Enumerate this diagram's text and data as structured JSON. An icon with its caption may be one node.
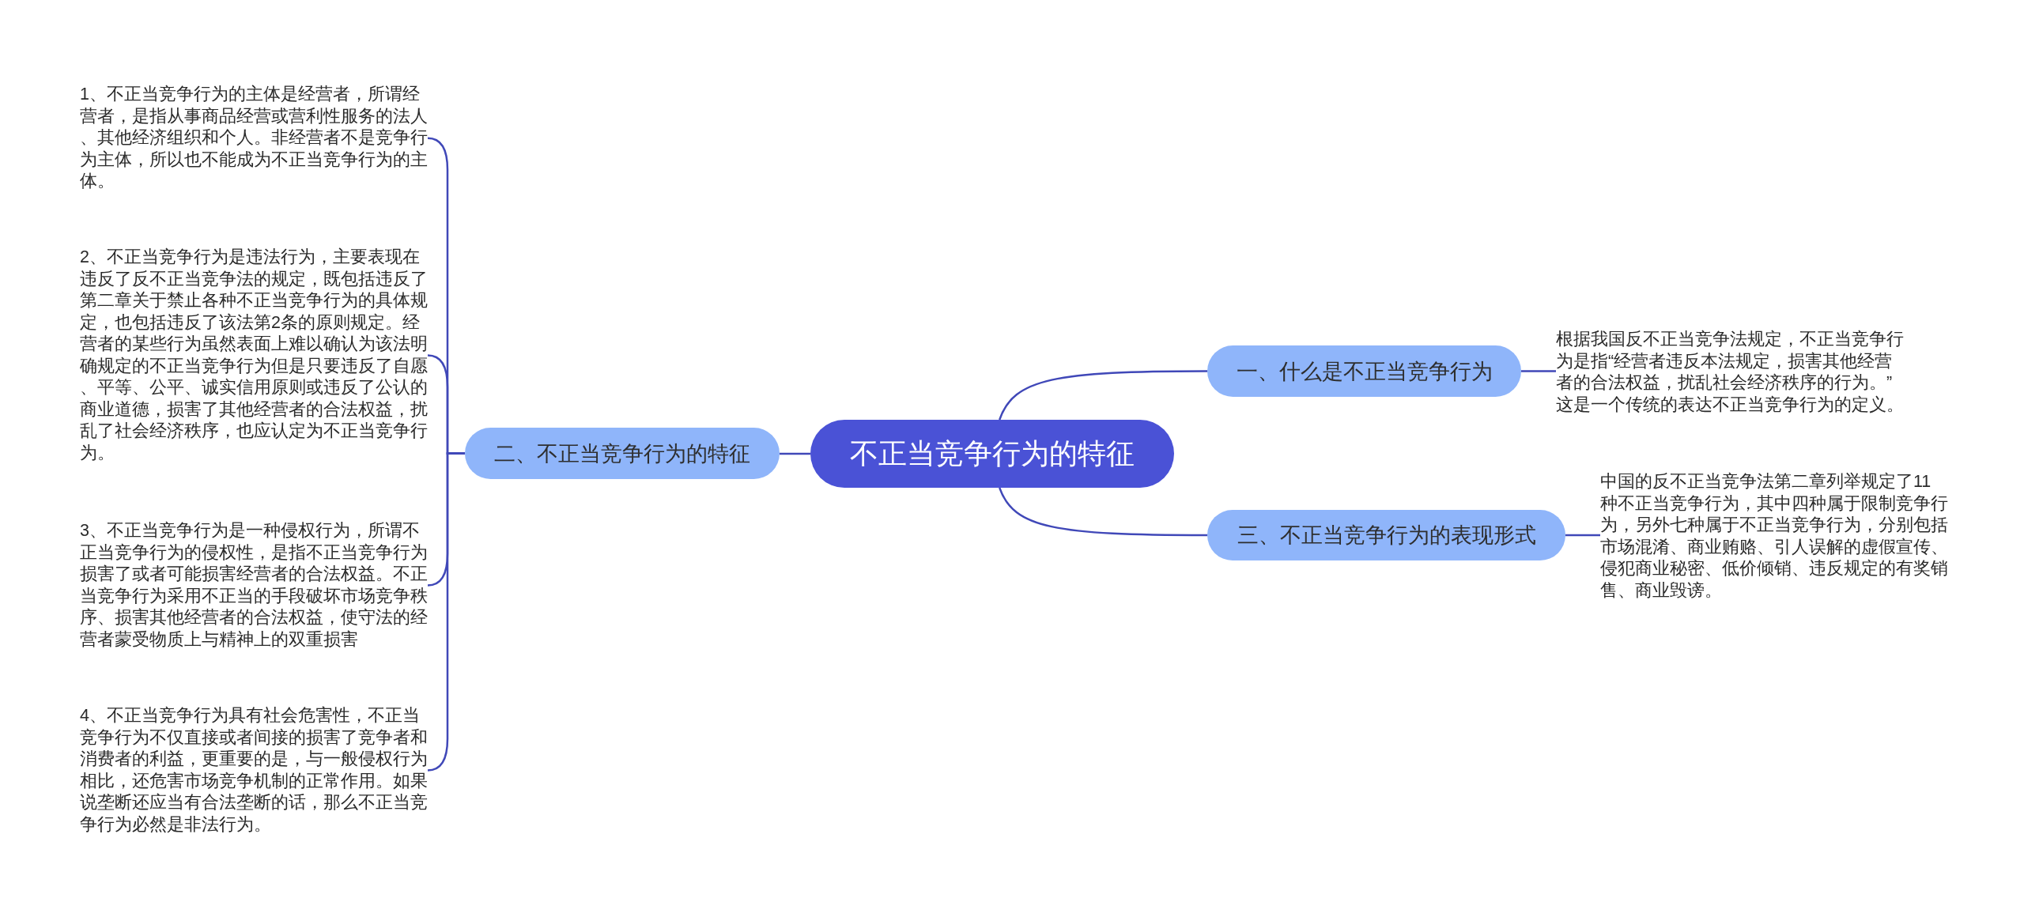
{
  "diagram": {
    "nodes": [
      {
        "text": [
          "不正当竞争行为的特征"
        ]
      },
      {
        "text": [
          "一、什么是不正当竞争行为"
        ]
      },
      {
        "text": [
          "根据我国反不正当竞争法规定，不正当竞争行为是指“经营者违反本法规定，损害其他经营者的合法权益，扰乱社会经济秩序的行为。”这是一个传统的表达不正当竞争行为的定义。"
        ]
      },
      {
        "text": [
          "二、不正当竞争行为的特征"
        ]
      },
      {
        "text": [
          "1、不正当竞争行为的主体是经营者，所谓经营者，是指从事商品经营或营利性服务的法人、其他经济组织和个人。非经营者不是竞争行为主体，所以也不能成为不正当竞争行为的主体。"
        ]
      },
      {
        "text": [
          "2、不正当竞争行为是违法行为，主要表现在违反了反不正当竞争法的规定，既包括违反了第二章关于禁止各种不正当竞争行为的具体规定，也包括违反了该法第2条的原则规定。经营者的某些行为虽然表面上难以确认为该法明确规定的不正当竞争行为但是只要违反了自愿、平等、公平、诚实信用原则或违反了公认的商业道德，损害了其他经营者的合法权益，扰乱了社会经济秩序，也应认定为不正当竞争行为。"
        ]
      },
      {
        "text": [
          "3、不正当竞争行为是一种侵权行为，所谓不正当竞争行为的侵权性，是指不正当竞争行为损害了或者可能损害经营者的合法权益。不正当竞争行为采用不正当的手段破坏市场竞争秩序、损害其他经营者的合法权益，使守法的经营者蒙受物质上与精神上的双重损害"
        ]
      },
      {
        "text": [
          "4、不正当竞争行为具有社会危害性，不正当竞争行为不仅直接或者间接的损害了竞争者和消费者的利益，更重要的是，与一般侵权行为相比，还危害市场竞争机制的正常作用。如果说垄断还应当有合法垄断的话，那么不正当竞争行为必然是非法行为。"
        ]
      },
      {
        "text": [
          "三、不正当竞争行为的表现形式"
        ]
      },
      {
        "text": [
          "中国的反不正当竞争法第二章列举规定了11种不正当竞争行为，其中四种属于限制竞争行为，另外七种属于不正当竞争行为，分别包括市场混淆、商业贿赂、引人误解的虚假宣传、侵犯商业秘密、低价倾销、违反规定的有奖销售、商业毁谤。"
        ]
      }
    ],
    "edges": [
      {
        "from": 0,
        "to": 1,
        "arrow": "none"
      },
      {
        "from": 1,
        "to": 2,
        "arrow": "none"
      },
      {
        "from": 0,
        "to": 3,
        "arrow": "none"
      },
      {
        "from": 3,
        "to": 4,
        "arrow": "none"
      },
      {
        "from": 3,
        "to": 5,
        "arrow": "none"
      },
      {
        "from": 3,
        "to": 6,
        "arrow": "none"
      },
      {
        "from": 3,
        "to": 7,
        "arrow": "none"
      },
      {
        "from": 0,
        "to": 8,
        "arrow": "none"
      },
      {
        "from": 8,
        "to": 9,
        "arrow": "none"
      }
    ]
  }
}
